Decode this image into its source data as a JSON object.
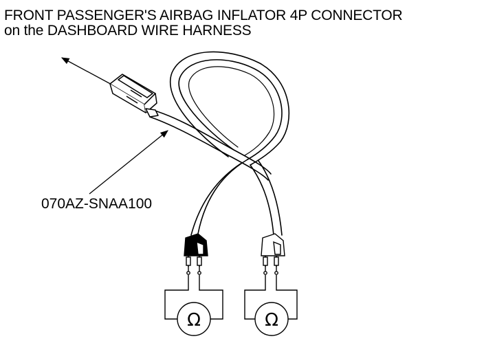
{
  "title": {
    "line1": "FRONT PASSENGER'S AIRBAG INFLATOR 4P CONNECTOR",
    "line2": "on the DASHBOARD WIRE HARNESS"
  },
  "part_number": "070AZ-SNAA100",
  "meter_symbol": "Ω",
  "icons": {
    "connector": "4p-connector-icon",
    "lead_black": "black-test-lead-icon",
    "lead_white": "white-test-lead-icon",
    "ohmmeter": "ohmmeter-icon"
  },
  "colors": {
    "ink": "#000000",
    "background": "#ffffff"
  }
}
